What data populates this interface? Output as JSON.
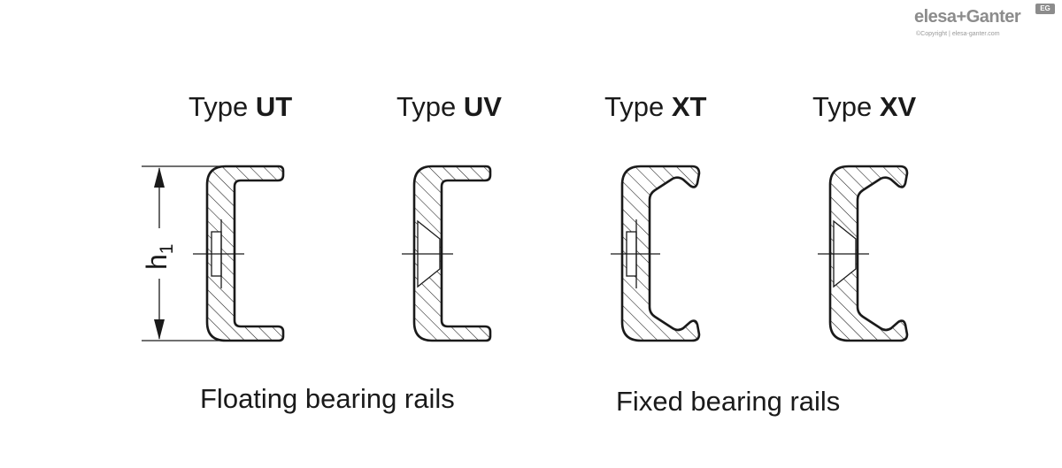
{
  "brand": {
    "name": "elesa+Ganter",
    "copyright": "©Copyright | elesa-ganter.com",
    "mark": "EG"
  },
  "types": [
    {
      "prefix": "Type",
      "code": "UT"
    },
    {
      "prefix": "Type",
      "code": "UV"
    },
    {
      "prefix": "Type",
      "code": "XT"
    },
    {
      "prefix": "Type",
      "code": "XV"
    }
  ],
  "dimension": {
    "main": "h",
    "sub": "1"
  },
  "groups": [
    {
      "caption": "Floating bearing rails"
    },
    {
      "caption": "Fixed bearing rails"
    }
  ],
  "colors": {
    "line": "#1a1a1a",
    "hatch": "#1a1a1a",
    "background": "#ffffff",
    "logo": "#8c8c8c"
  }
}
